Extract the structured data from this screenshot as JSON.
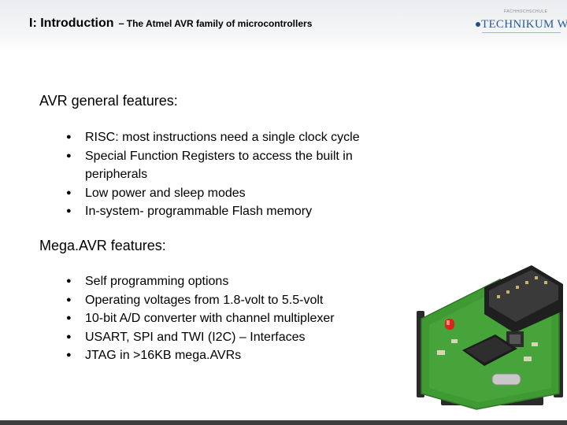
{
  "header": {
    "title_main": "I:  Introduction",
    "title_sep": "–",
    "title_sub": "The Atmel AVR family of microcontrollers",
    "logo_small_text": "FACHHOCHSCHULE",
    "logo_text": "TECHNIKUM WIEN"
  },
  "sections": {
    "avr": {
      "heading": "AVR general features:",
      "bullets": [
        {
          "line1": "RISC: most instructions need a single clock cycle"
        },
        {
          "line1": "Special Function Registers to access the built in",
          "line2": "peripherals"
        },
        {
          "line1": "Low power and sleep modes"
        },
        {
          "line1": "In-system- programmable Flash memory"
        }
      ]
    },
    "mega": {
      "heading": "Mega.AVR features:",
      "bullets": [
        {
          "line1": "Self programming options"
        },
        {
          "line1": "Operating voltages from 1.8-volt to 5.5-volt"
        },
        {
          "line1": "10-bit A/D converter with channel multiplexer"
        },
        {
          "line1": "USART, SPI and TWI (I2C) – Interfaces"
        },
        {
          "line1": "JTAG in >16KB mega.AVRs"
        }
      ]
    }
  },
  "bullet_glyph": "●",
  "colors": {
    "board_green": "#3f9a34",
    "logo_blue": "#2b5aa0"
  }
}
